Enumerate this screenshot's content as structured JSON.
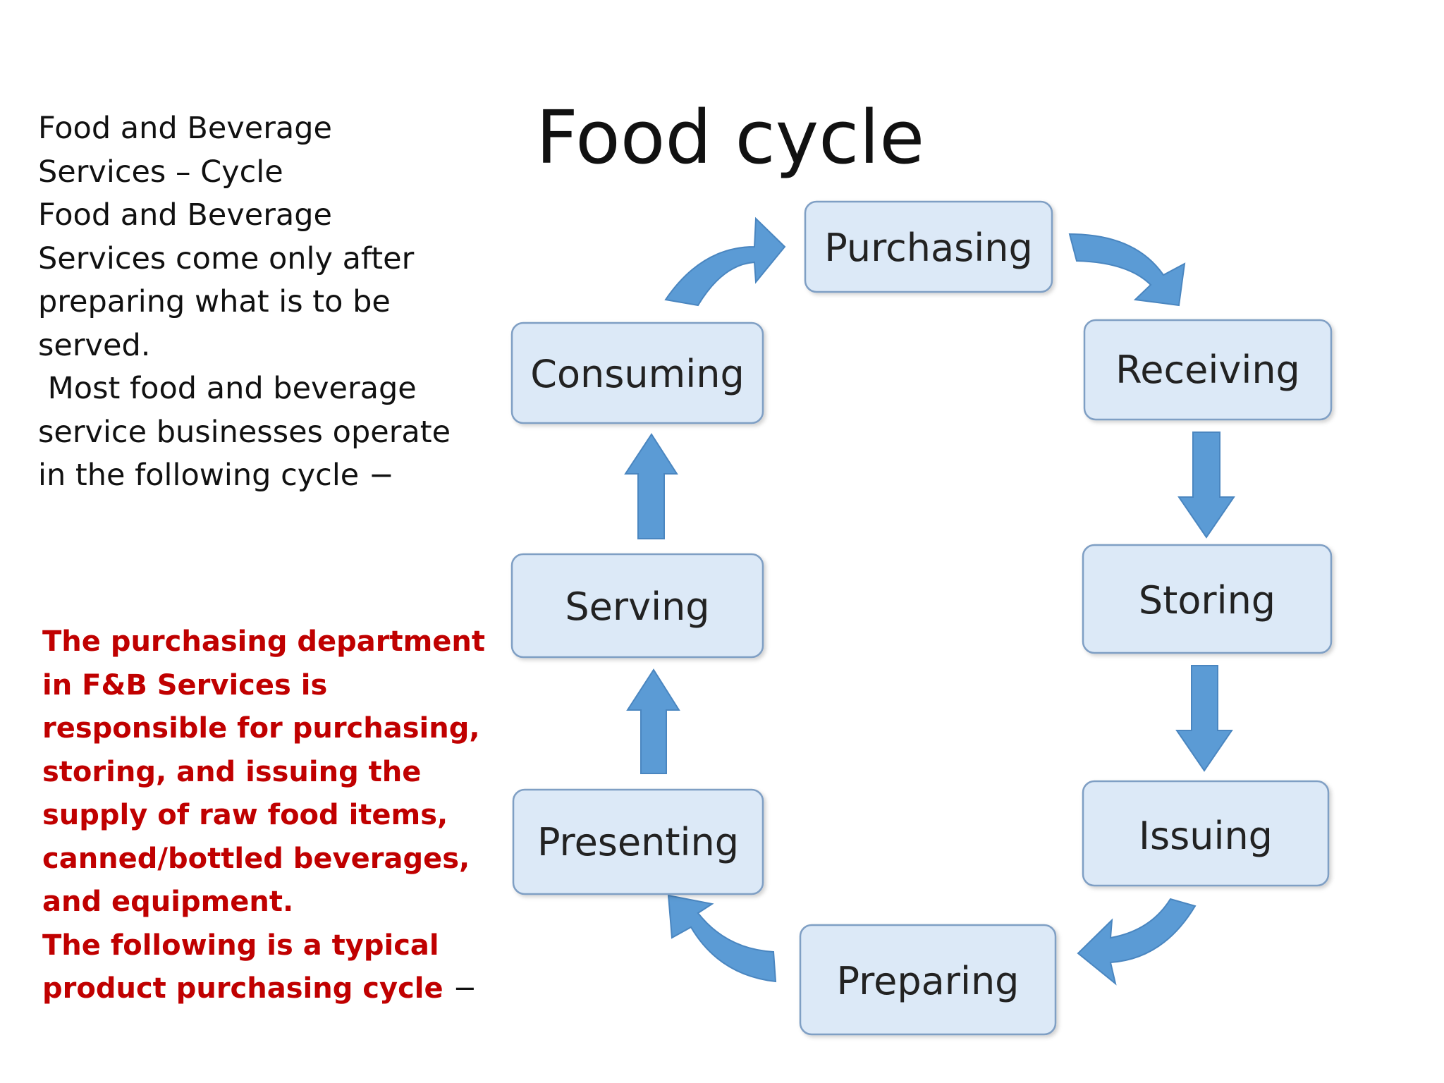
{
  "intro_lines": [
    "Food and Beverage",
    "Services – Cycle",
    "Food and Beverage",
    "Services come only after",
    "preparing what is to be",
    "served.",
    " Most food and beverage",
    "service businesses operate",
    "in the following cycle −"
  ],
  "highlight_lines": [
    "The purchasing department",
    "in F&B Services is",
    "responsible for purchasing,",
    "storing, and issuing the",
    "supply of raw food items,",
    "canned/bottled beverages,",
    "and equipment.",
    "The following is a typical"
  ],
  "highlight_last_line": {
    "bold": "product purchasing cycle ",
    "plain": "−"
  },
  "title": "Food cycle",
  "stages": {
    "purchasing": "Purchasing",
    "receiving": "Receiving",
    "storing": "Storing",
    "issuing": "Issuing",
    "preparing": "Preparing",
    "presenting": "Presenting",
    "serving": "Serving",
    "consuming": "Consuming"
  },
  "colors": {
    "box_fill": "#dce9f7",
    "box_stroke": "#7f9fc4",
    "arrow_fill": "#5b9bd5",
    "arrow_stroke": "#4a86c0",
    "highlight_text": "#c00000"
  }
}
